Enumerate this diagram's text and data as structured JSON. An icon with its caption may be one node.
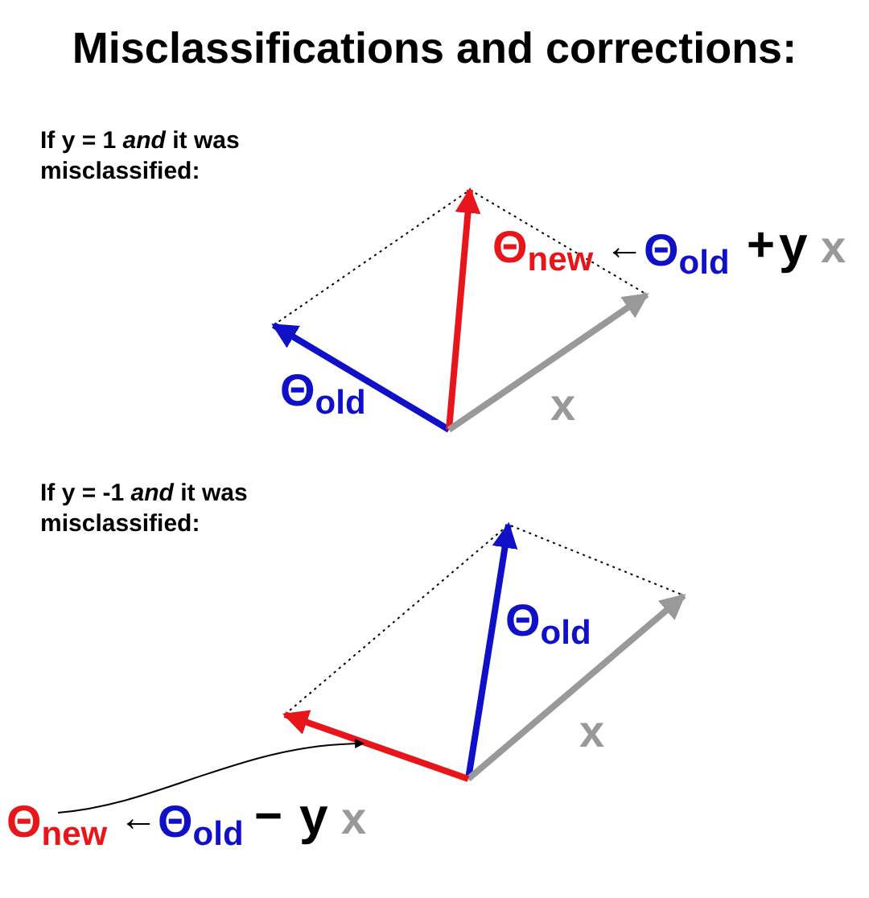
{
  "diagram": {
    "title": "Misclassifications and corrections:",
    "nodes": [
      {
        "text": [
          "Θ$_{new}$"
        ]
      },
      {
        "text": [],
        "shape": "arrow"
      }
    ],
    "edges": [
      {
        "from": 0,
        "to": 1,
        "arrow": "to"
      }
    ],
    "labels": [
      "If y = 1 *and* it was misclassified:",
      "Θ$_{new}$",
      "←",
      "Θ$_{old}$",
      "+",
      "y",
      "x",
      "Θ$_{old}$",
      "x",
      "If y = -1 *and* it was misclassified:",
      "Θ$_{old}$",
      "x",
      "←",
      "Θ$_{old}$",
      "−",
      "y",
      "x"
    ]
  }
}
